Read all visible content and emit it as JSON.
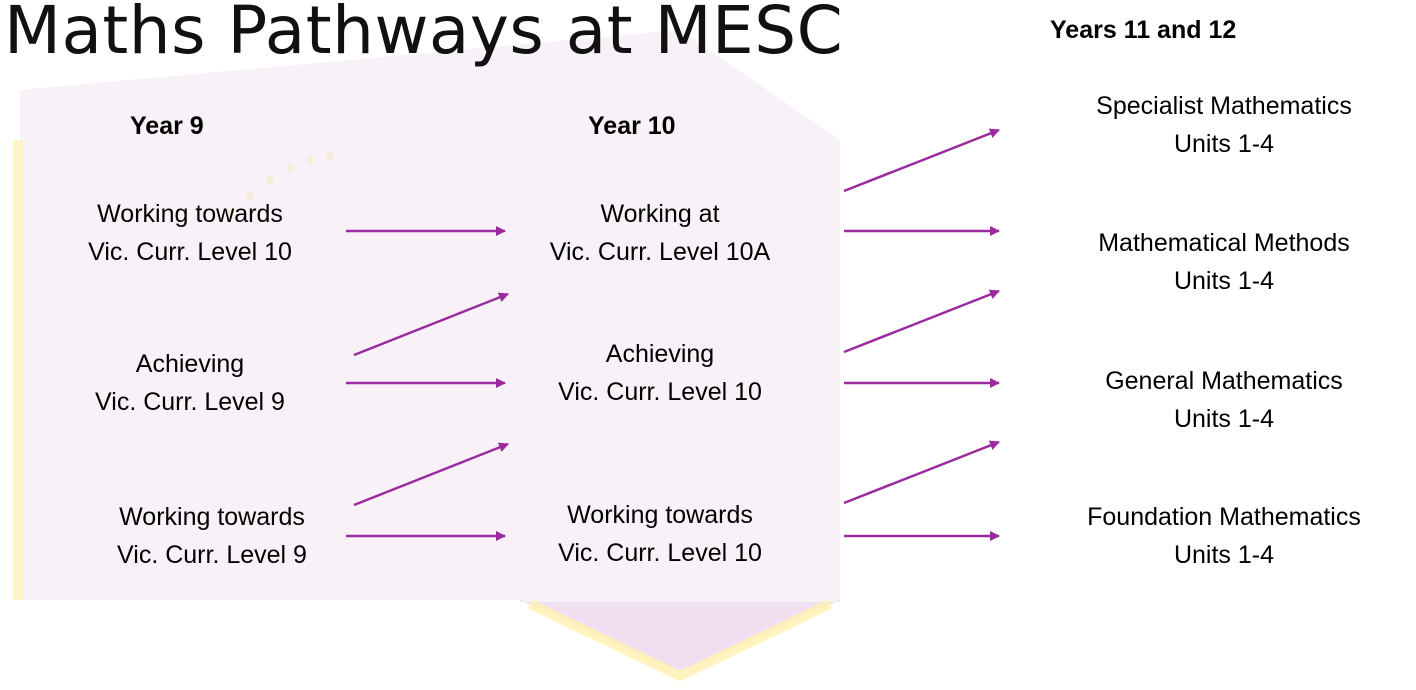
{
  "title": "Maths Pathways at MESC",
  "columns": {
    "year9": {
      "header": "Year 9",
      "nodes": [
        {
          "line1": "Working towards",
          "line2": "Vic. Curr. Level 10"
        },
        {
          "line1": "Achieving",
          "line2": "Vic. Curr. Level 9"
        },
        {
          "line1": "Working towards",
          "line2": "Vic. Curr. Level 9"
        }
      ]
    },
    "year10": {
      "header": "Year 10",
      "nodes": [
        {
          "line1": "Working at",
          "line2": "Vic. Curr. Level 10A"
        },
        {
          "line1": "Achieving",
          "line2": "Vic. Curr. Level 10"
        },
        {
          "line1": "Working towards",
          "line2": "Vic. Curr. Level 10"
        }
      ]
    },
    "year11_12": {
      "header": "Years 11 and 12",
      "nodes": [
        {
          "line1": "Specialist Mathematics",
          "line2": "Units 1-4"
        },
        {
          "line1": "Mathematical Methods",
          "line2": "Units 1-4"
        },
        {
          "line1": "General Mathematics",
          "line2": "Units 1-4"
        },
        {
          "line1": "Foundation Mathematics",
          "line2": "Units 1-4"
        }
      ]
    }
  },
  "colors": {
    "arrow": "#9b2a9e",
    "crest_fill": "#f3e6f3",
    "crest_trim": "#fff3b8"
  }
}
